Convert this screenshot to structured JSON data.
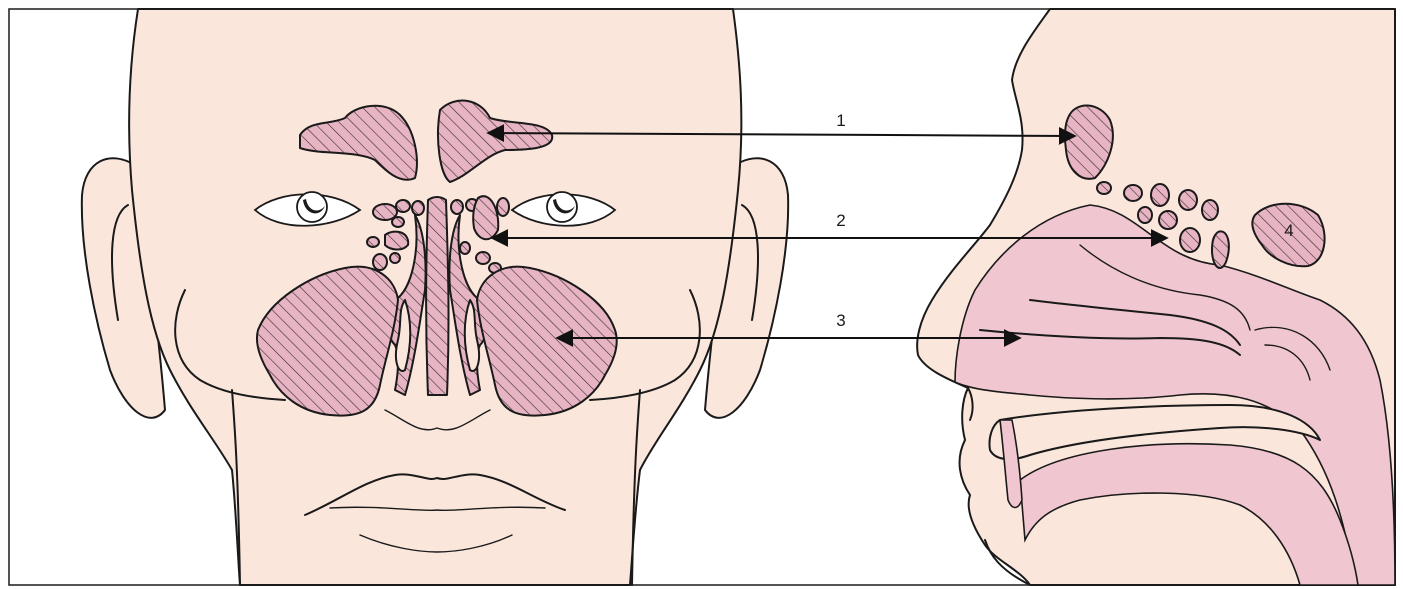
{
  "colors": {
    "skin": "#fbe6dc",
    "sinus": "#e7b4c3",
    "cavity": "#f0c6d0",
    "ink": "#1a1a1a"
  },
  "labels": [
    {
      "id": "1",
      "text": "1"
    },
    {
      "id": "2",
      "text": "2"
    },
    {
      "id": "3",
      "text": "3"
    },
    {
      "id": "4",
      "text": "4"
    }
  ]
}
